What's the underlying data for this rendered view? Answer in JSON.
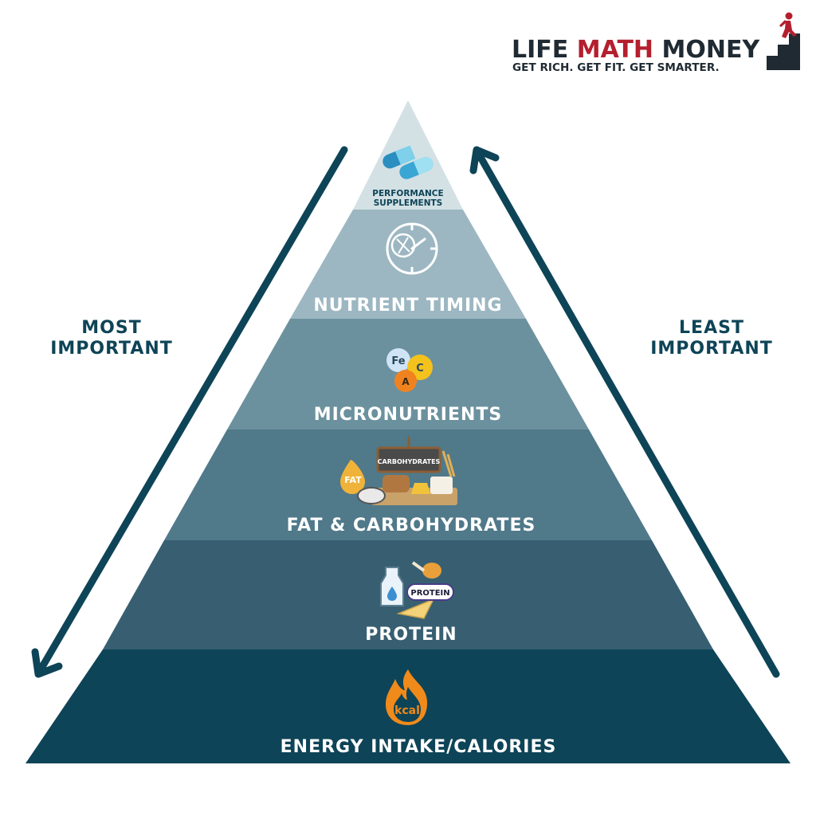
{
  "brand": {
    "name_part1": "LIFE ",
    "name_part2": "MATH",
    "name_part3": " MONEY",
    "tagline": "GET RICH. GET FIT. GET SMARTER."
  },
  "side_labels": {
    "left_line1": "MOST",
    "left_line2": "IMPORTANT",
    "right_line1": "LEAST",
    "right_line2": "IMPORTANT"
  },
  "tiers": {
    "supplements": {
      "line1": "PERFORMANCE",
      "line2": "SUPPLEMENTS"
    },
    "timing": {
      "label": "NUTRIENT TIMING"
    },
    "micro": {
      "label": "MICRONUTRIENTS",
      "icon_fe": "Fe",
      "icon_c": "C",
      "icon_a": "A"
    },
    "fatcarb": {
      "label": "FAT & CARBOHYDRATES",
      "icon_fat": "FAT",
      "icon_carb": "CARBOHYDRATES"
    },
    "protein": {
      "label": "PROTEIN",
      "icon_text": "PROTEIN"
    },
    "energy": {
      "label": "ENERGY INTAKE/CALORIES",
      "icon_text": "kcal"
    }
  },
  "colors": {
    "tier1": "#d3e1e5",
    "tier2": "#9cb7c1",
    "tier3": "#6c919e",
    "tier4": "#50798a",
    "tier5": "#375f71",
    "tier6": "#0e4457",
    "text_dark": "#0e4457",
    "brand_red": "#b41f2e",
    "brand_dark": "#1f2a33",
    "arrow": "#0e4457"
  }
}
